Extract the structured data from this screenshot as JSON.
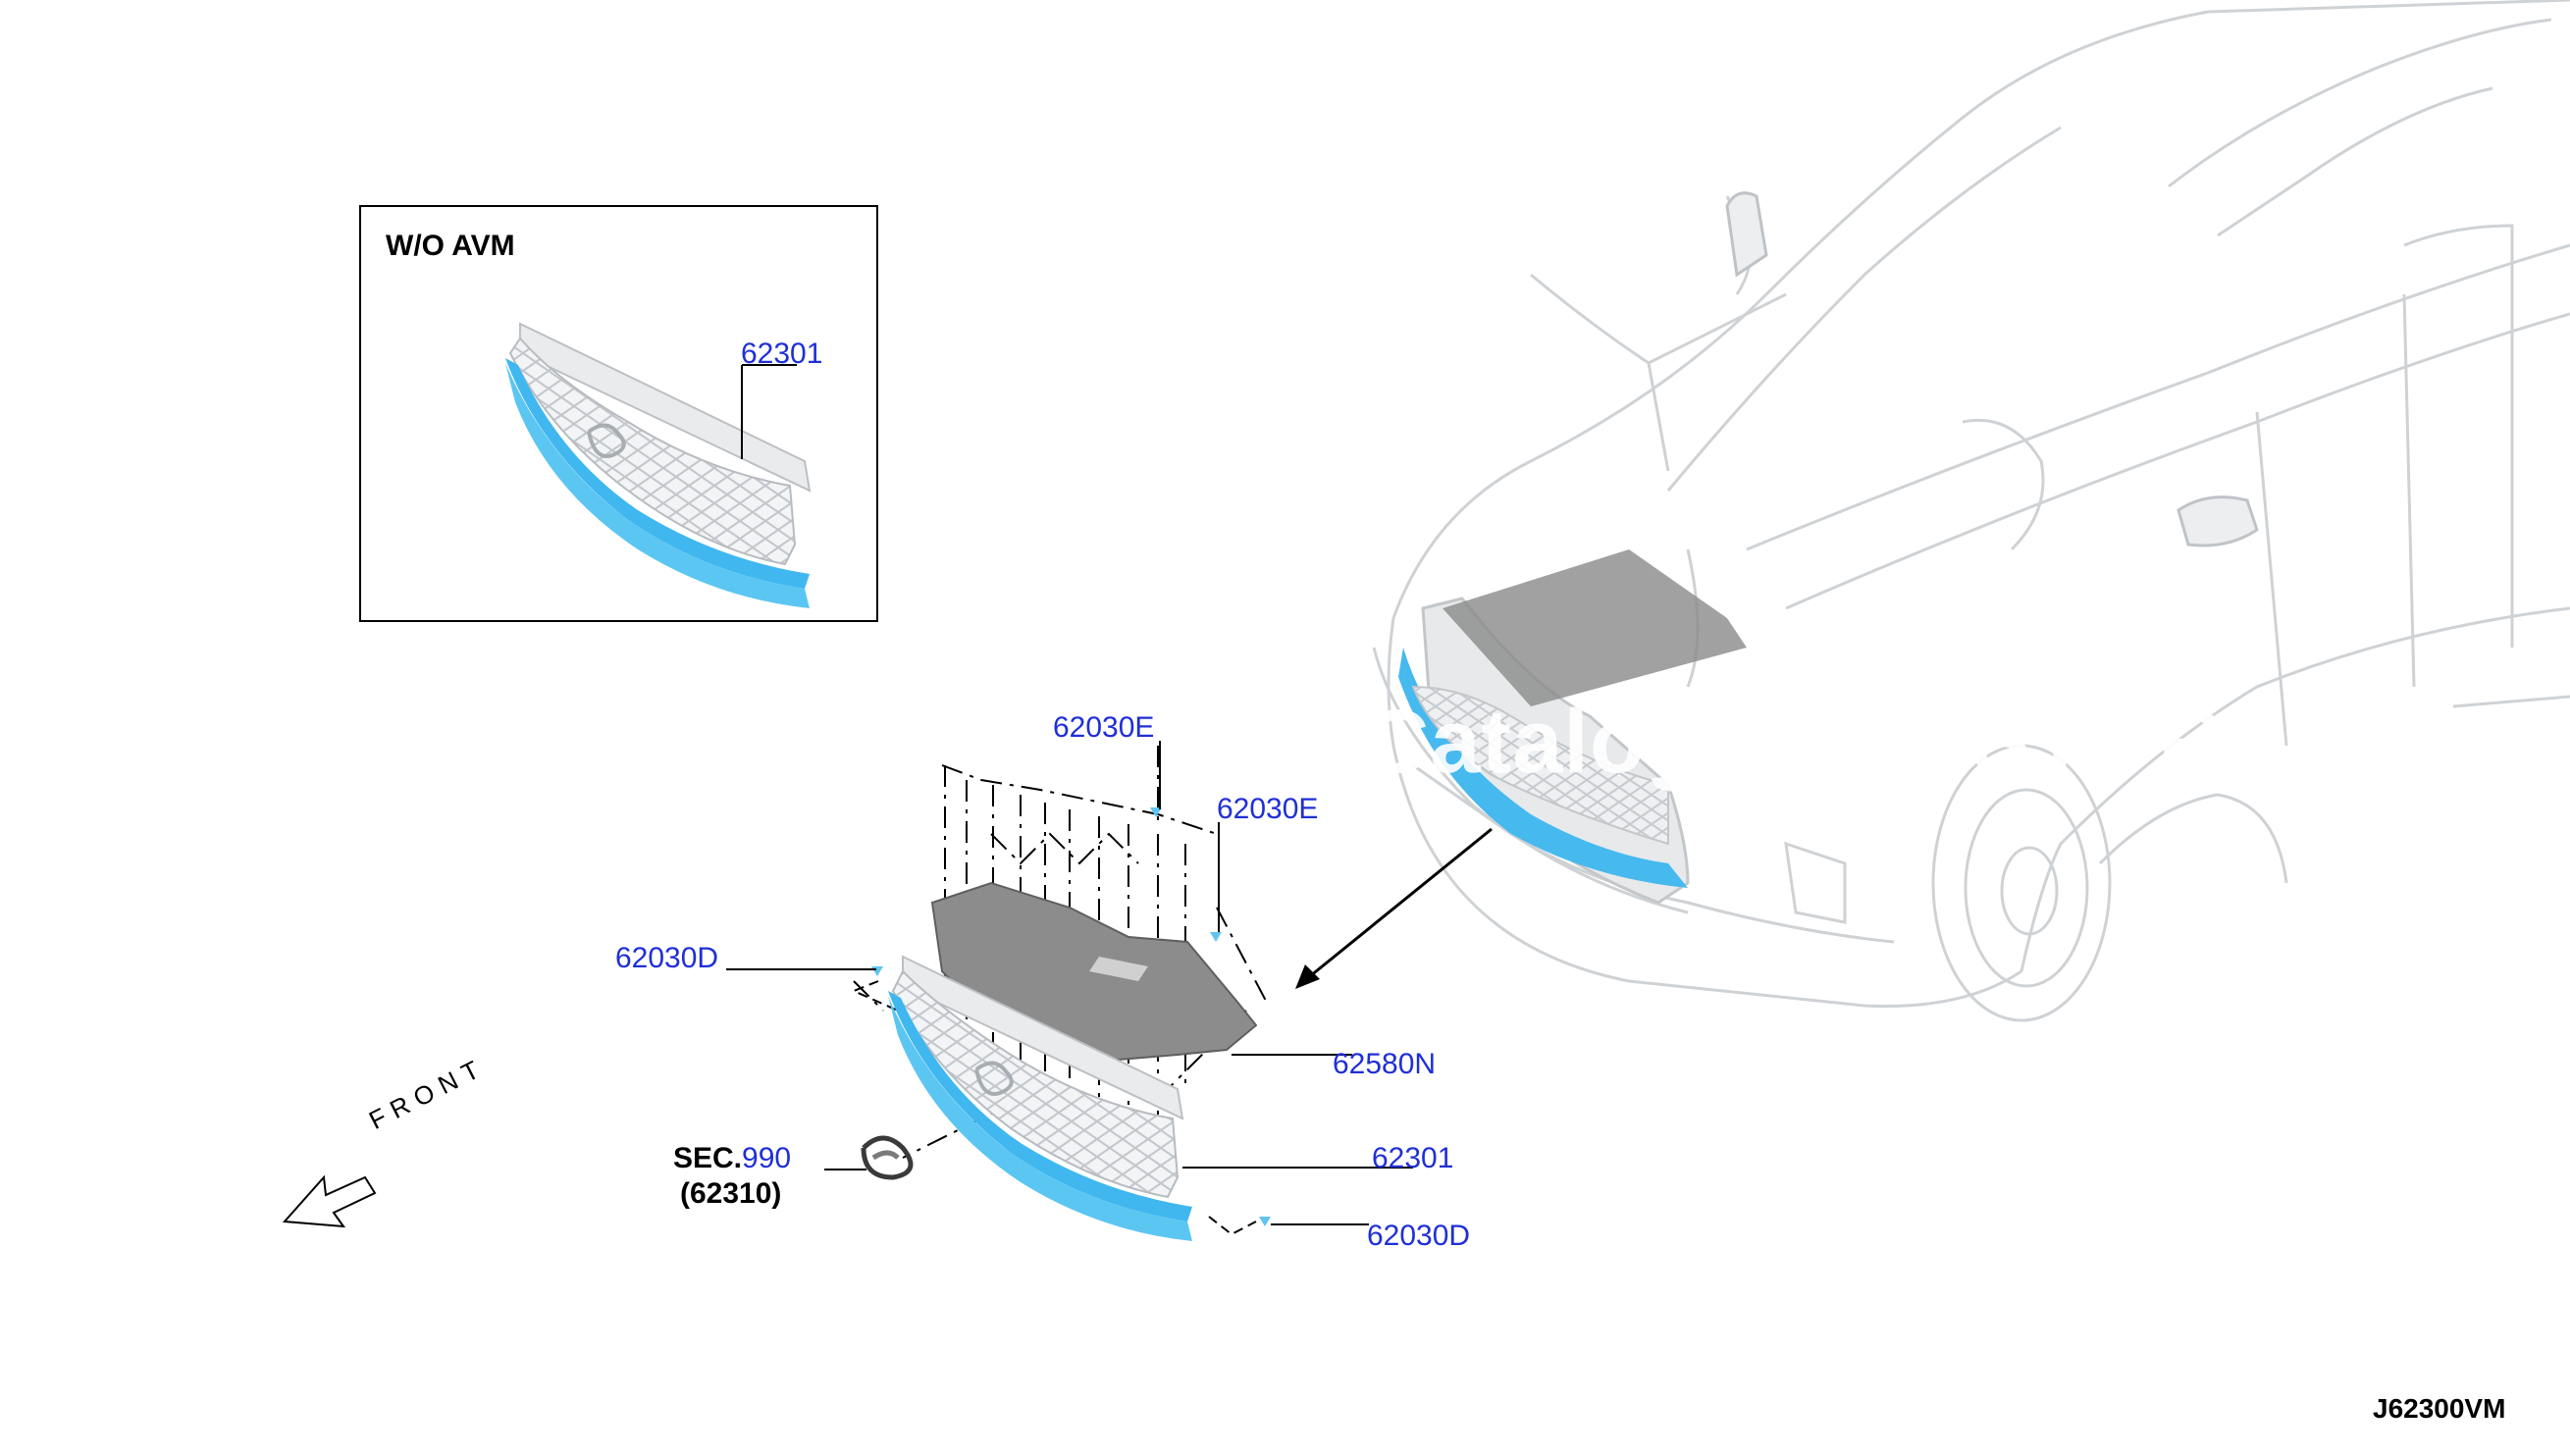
{
  "inset": {
    "title": "W/O AVM",
    "part": "62301"
  },
  "parts": [
    {
      "id": "lbl-62030e-top",
      "text": "62030E"
    },
    {
      "id": "lbl-62030e-right",
      "text": "62030E"
    },
    {
      "id": "lbl-62030d-left",
      "text": "62030D"
    },
    {
      "id": "lbl-62580n",
      "text": "62580N"
    },
    {
      "id": "lbl-62301",
      "text": "62301"
    },
    {
      "id": "lbl-62030d-bottom",
      "text": "62030D"
    }
  ],
  "section_ref": {
    "prefix": "SEC.",
    "number": "990",
    "part": "(62310)"
  },
  "front_label": "FRONT",
  "watermark": "Catalog PARTSTORE.S",
  "diagram_code": "J62300VM",
  "colors": {
    "callout": "#1f2fd6",
    "trim_blue": "#3fb8ef",
    "line": "#000000",
    "panel": "#808080"
  }
}
